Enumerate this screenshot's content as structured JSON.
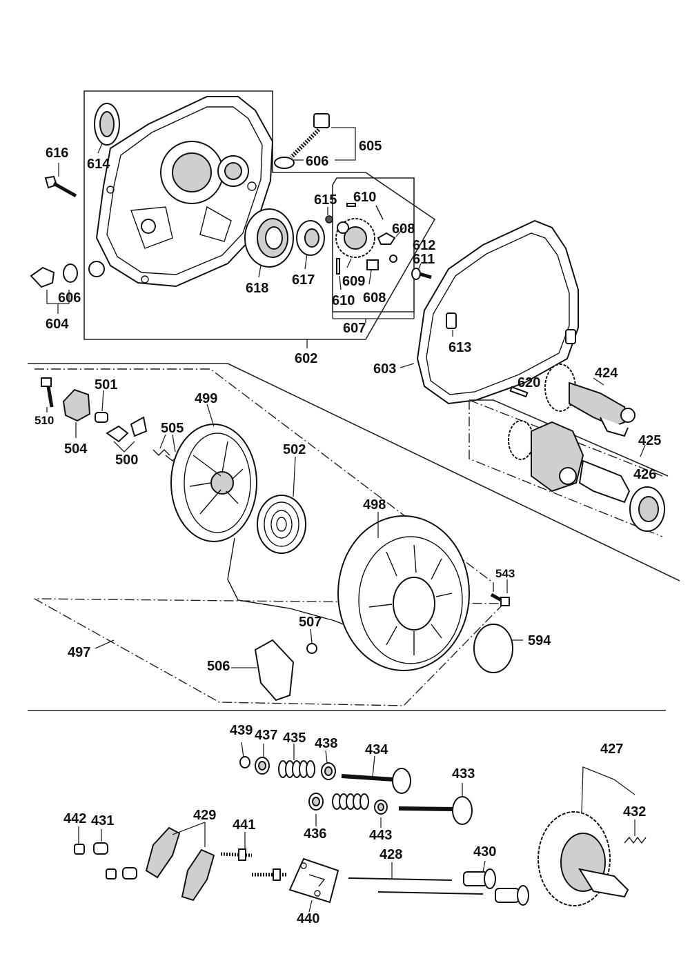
{
  "labels": {
    "l616": "616",
    "l614": "614",
    "l606a": "606",
    "l605": "605",
    "l615": "615",
    "l610a": "610",
    "l608a": "608",
    "l612": "612",
    "l611": "611",
    "l618": "618",
    "l617": "617",
    "l609": "609",
    "l610b": "610",
    "l608b": "608",
    "l607": "607",
    "l606b": "606",
    "l604": "604",
    "l602": "602",
    "l613": "613",
    "l603": "603",
    "l620": "620",
    "l424": "424",
    "l425": "425",
    "l426": "426",
    "l501": "501",
    "l510": "510",
    "l504": "504",
    "l499": "499",
    "l505": "505",
    "l500": "500",
    "l502": "502",
    "l498": "498",
    "l543": "543",
    "l507": "507",
    "l594": "594",
    "l497": "497",
    "l506": "506",
    "l439": "439",
    "l437": "437",
    "l435": "435",
    "l438": "438",
    "l434": "434",
    "l433": "433",
    "l427": "427",
    "l432": "432",
    "l442": "442",
    "l431": "431",
    "l429": "429",
    "l441": "441",
    "l436": "436",
    "l443": "443",
    "l428": "428",
    "l430": "430",
    "l440": "440"
  }
}
